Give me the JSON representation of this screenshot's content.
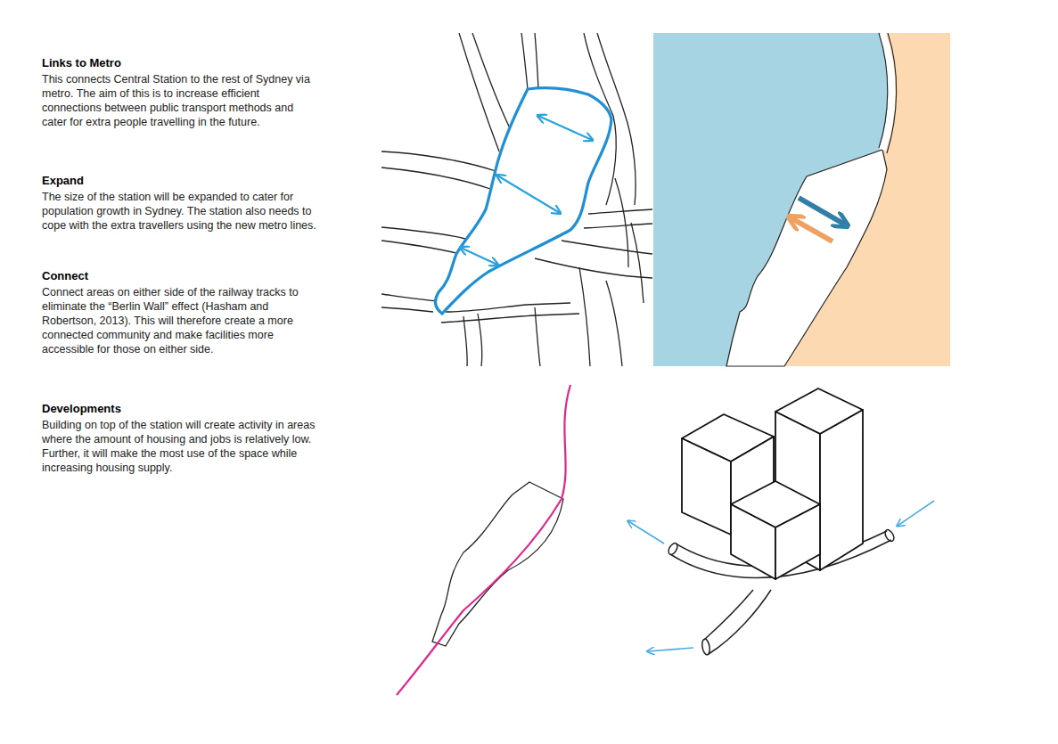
{
  "diagram": {
    "labels": [
      "Links to Metro",
      "This connects Central Station to the rest of Sydney via metro. The aim of this is to increase efficient connections between public transport methods and cater for extra people travelling in the future.",
      "Expand",
      "The size of the station will be expanded to cater for population growth in Sydney. The station also needs to cope with the extra travellers using the new metro lines.",
      "Connect",
      "Connect areas on either side of the railway tracks to eliminate the “Berlin Wall” effect (Hasham and Robertson, 2013). This will therefore create a more connected community and make facilities more accessible for those on either side.",
      "Developments",
      "Building on top of the station will create activity in areas where the amount of housing and jobs is relatively low. Further, it will make the most use of the space while increasing housing supply."
    ]
  }
}
